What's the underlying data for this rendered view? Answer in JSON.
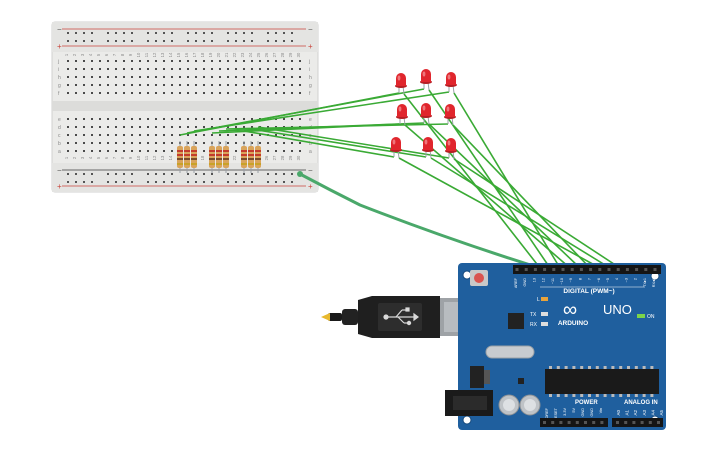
{
  "breadboard": {
    "column_numbers": [
      "1",
      "2",
      "3",
      "4",
      "5",
      "6",
      "7",
      "8",
      "9",
      "10",
      "11",
      "12",
      "13",
      "14",
      "15",
      "16",
      "17",
      "18",
      "19",
      "20",
      "21",
      "22",
      "23",
      "24",
      "25",
      "26",
      "27",
      "28",
      "29",
      "30"
    ],
    "row_letters_top": [
      "j",
      "i",
      "h",
      "g",
      "f"
    ],
    "row_letters_bottom": [
      "e",
      "d",
      "c",
      "b",
      "a"
    ],
    "rail_signs": {
      "minus": "−",
      "plus": "+"
    }
  },
  "leds": {
    "count": 9,
    "color": "#e0262d"
  },
  "resistors": {
    "count": 9
  },
  "wires": {
    "color": "#3aaa35",
    "ground_color": "#4aa86a"
  },
  "arduino": {
    "model": "UNO",
    "brand": "ARDUINO",
    "logo_symbol": "∞",
    "board_color": "#1f5f9e",
    "header_digital_label": "DIGITAL (PWM~)",
    "header_top_labels": [
      "AREF",
      "GND",
      "13",
      "12",
      "~11",
      "~10",
      "~9",
      "8",
      "7",
      "~6",
      "~5",
      "4",
      "~3",
      "2",
      "TX▸1",
      "RX◂0"
    ],
    "power_label": "POWER",
    "analog_label": "ANALOG IN",
    "power_pins": [
      "IOREF",
      "RESET",
      "3.3V",
      "5V",
      "GND",
      "GND",
      "Vin"
    ],
    "analog_pins": [
      "A0",
      "A1",
      "A2",
      "A3",
      "A4",
      "A5"
    ],
    "led_labels": {
      "l": "L",
      "tx": "TX",
      "rx": "RX",
      "on": "ON"
    }
  }
}
